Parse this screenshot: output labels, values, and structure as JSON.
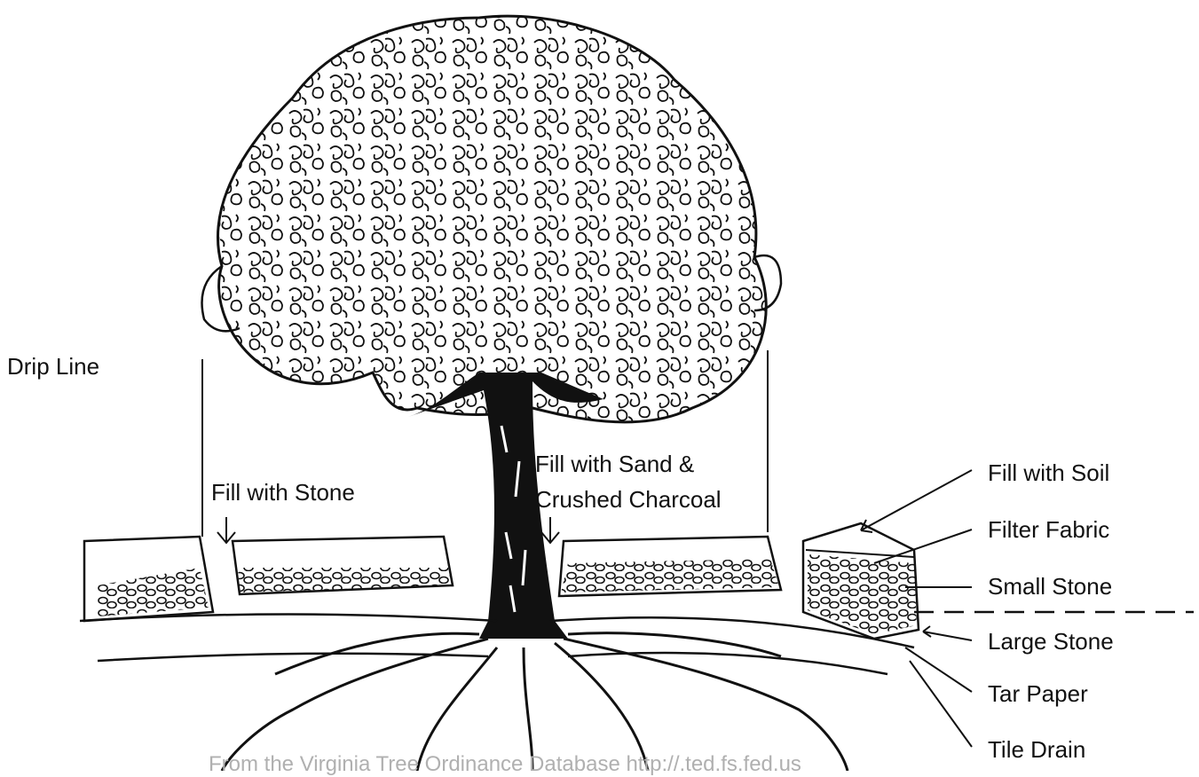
{
  "diagram": {
    "labels": {
      "drip_line": "Drip Line",
      "fill_stone": "Fill with Stone",
      "fill_sand_line1": "Fill with Sand &",
      "fill_sand_line2": "Crushed Charcoal",
      "fill_soil": "Fill with Soil",
      "filter_fabric": "Filter Fabric",
      "small_stone": "Small Stone",
      "large_stone": "Large Stone",
      "tar_paper": "Tar Paper",
      "tile_drain": "Tile Drain"
    },
    "credit": "From the Virginia Tree Ordinance Database http://.ted.fs.fed.us"
  },
  "colors": {
    "ink": "#111111",
    "paper": "#ffffff",
    "credit": "#b0b0b0"
  }
}
